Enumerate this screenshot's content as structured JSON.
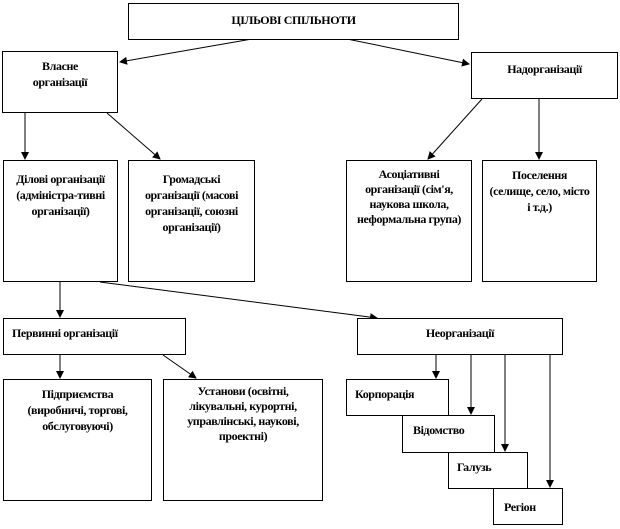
{
  "title": "ЦІЛЬОВІ СПІЛЬНОТИ",
  "nodes": {
    "vlasne": "Власне організації",
    "nadorg": "Надорганізації",
    "dilovi": "Ділові організації (адміністра-тивні організації)",
    "hromadski": "Громадські організації (масові організації, союзні організації)",
    "asotsiatyvni": "Асоціативні організації (сім'я, наукова школа, неформальна група)",
    "poselennia": "Поселення (селище, село, місто і т.д.)",
    "pervynni": "Первинні організації",
    "neorg": "Неорганізації",
    "pidpryiemstva": "Підприємства (виробничі, торгові, обслуговуючі)",
    "ustanovy": "Установи (освітні, лікувальні, курортні, управлінські, наукові, проектні)",
    "korporatsiia": "Корпорація",
    "vidomstvo": "Відомство",
    "haluz": "Галузь",
    "rehion": "Регіон"
  }
}
